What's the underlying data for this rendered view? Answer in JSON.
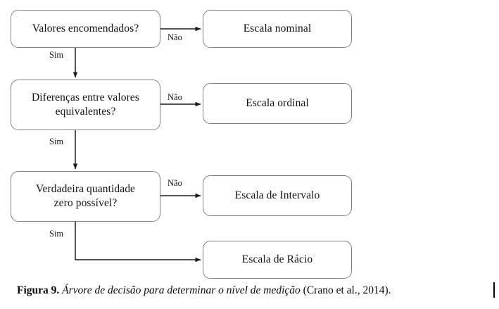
{
  "figure": {
    "type": "flowchart",
    "orientation": "top-to-bottom",
    "decisions": [
      {
        "id": "d1",
        "label": "Valores encomendados?",
        "yes_label": "Sim",
        "no_label": "Não",
        "no_target": "Escala nominal",
        "yes_target": "Diferenças entre valores equivalentes?"
      },
      {
        "id": "d2",
        "label": "Diferenças entre valores\nequivalentes?",
        "yes_label": "Sim",
        "no_label": "Não",
        "no_target": "Escala ordinal",
        "yes_target": "Verdadeira quantidade zero possível?"
      },
      {
        "id": "d3",
        "label": "Verdadeira quantidade\nzero possível?",
        "yes_label": "Sim",
        "no_label": "Não",
        "no_target": "Escala de Intervalo",
        "yes_target": "Escala de Rácio"
      }
    ],
    "outcomes": [
      {
        "id": "o1",
        "label": "Escala nominal"
      },
      {
        "id": "o2",
        "label": "Escala ordinal"
      },
      {
        "id": "o3",
        "label": "Escala de Intervalo"
      },
      {
        "id": "o4",
        "label": "Escala de Rácio"
      }
    ],
    "edge_labels": {
      "nao_1": "Não",
      "nao_2": "Não",
      "nao_3": "Não",
      "sim_1": "Sim",
      "sim_2": "Sim",
      "sim_3": "Sim"
    },
    "colors": {
      "box_border": "#808080",
      "box_fill": "#ffffff",
      "connector": "#1a1a1a",
      "text": "#111111"
    }
  },
  "caption": {
    "figure_number": "Figura 9.",
    "title": " Árvore de decisão para determinar o nível de medição",
    "citation": " (Crano et al., 2014)."
  }
}
